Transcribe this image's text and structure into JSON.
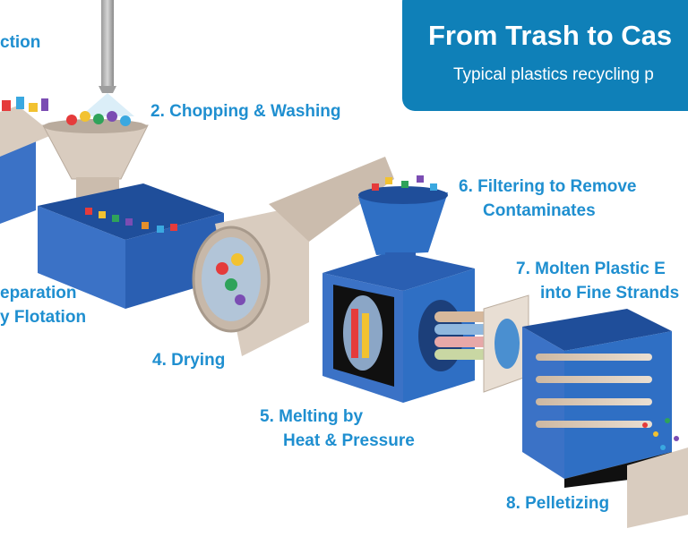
{
  "title_box": {
    "title": "From Trash to Cas",
    "subtitle": "Typical plastics recycling p"
  },
  "steps": [
    {
      "id": 1,
      "lines": [
        "ction"
      ]
    },
    {
      "id": 2,
      "lines": [
        "2. Chopping & Washing"
      ]
    },
    {
      "id": 3,
      "lines": [
        "eparation",
        "y Flotation"
      ]
    },
    {
      "id": 4,
      "lines": [
        "4. Drying"
      ]
    },
    {
      "id": 5,
      "lines": [
        "5. Melting by",
        "Heat & Pressure"
      ]
    },
    {
      "id": 6,
      "lines": [
        "6. Filtering to Remove",
        "Contaminates"
      ]
    },
    {
      "id": 7,
      "lines": [
        "7. Molten Plastic E",
        "into Fine Strands"
      ]
    },
    {
      "id": 8,
      "lines": [
        "8. Pelletizing"
      ]
    }
  ],
  "colors": {
    "brand_blue": "#0f80b8",
    "label_blue": "#1f8fd0",
    "machine_blue": "#2f6fc4",
    "machine_tan": "#d8cbbd"
  }
}
